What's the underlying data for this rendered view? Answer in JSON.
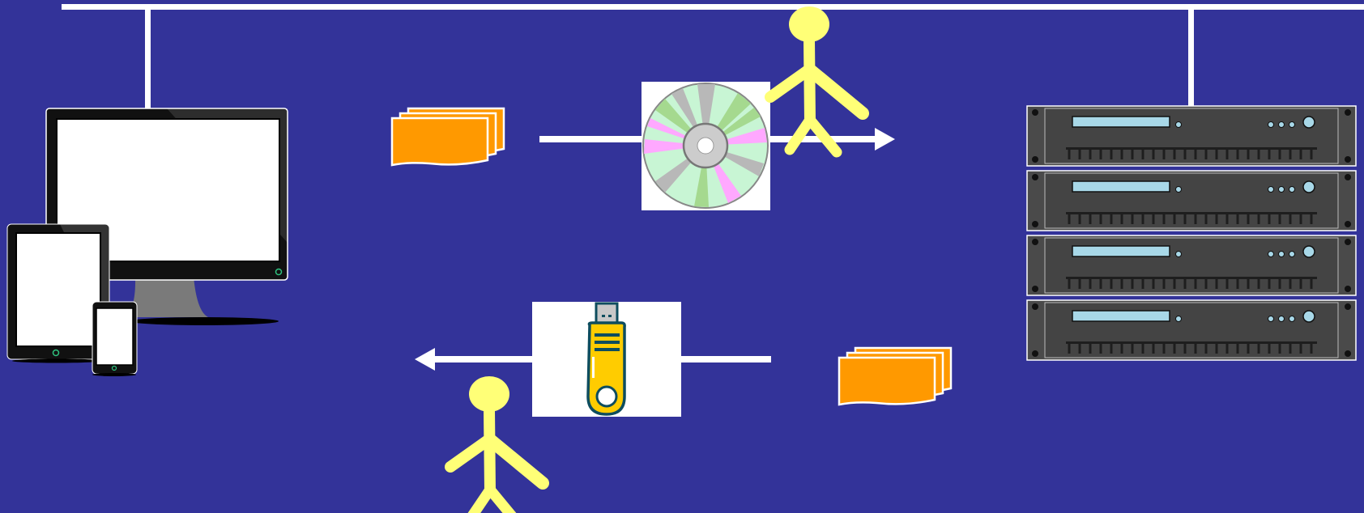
{
  "diagram": {
    "background_color": "#333399",
    "line_color": "#ffffff",
    "person_color": "#ffff77",
    "document_color": "#ff9900",
    "nodes": [
      {
        "id": "client-devices",
        "icon": "computer-tablet-phone-icon"
      },
      {
        "id": "server-rack",
        "icon": "rack-server-icon",
        "units": 4
      },
      {
        "id": "upload-media",
        "icon": "cd-disc-icon"
      },
      {
        "id": "download-media",
        "icon": "usb-drive-icon"
      },
      {
        "id": "upload-documents",
        "icon": "documents-stack-icon"
      },
      {
        "id": "download-documents",
        "icon": "documents-stack-icon"
      },
      {
        "id": "upload-person",
        "icon": "person-icon"
      },
      {
        "id": "download-person",
        "icon": "person-icon"
      }
    ],
    "flows": [
      {
        "from": "client-devices",
        "to": "server-rack",
        "via": "upload-media",
        "direction": "right"
      },
      {
        "from": "server-rack",
        "to": "client-devices",
        "via": "download-media",
        "direction": "left"
      }
    ]
  }
}
